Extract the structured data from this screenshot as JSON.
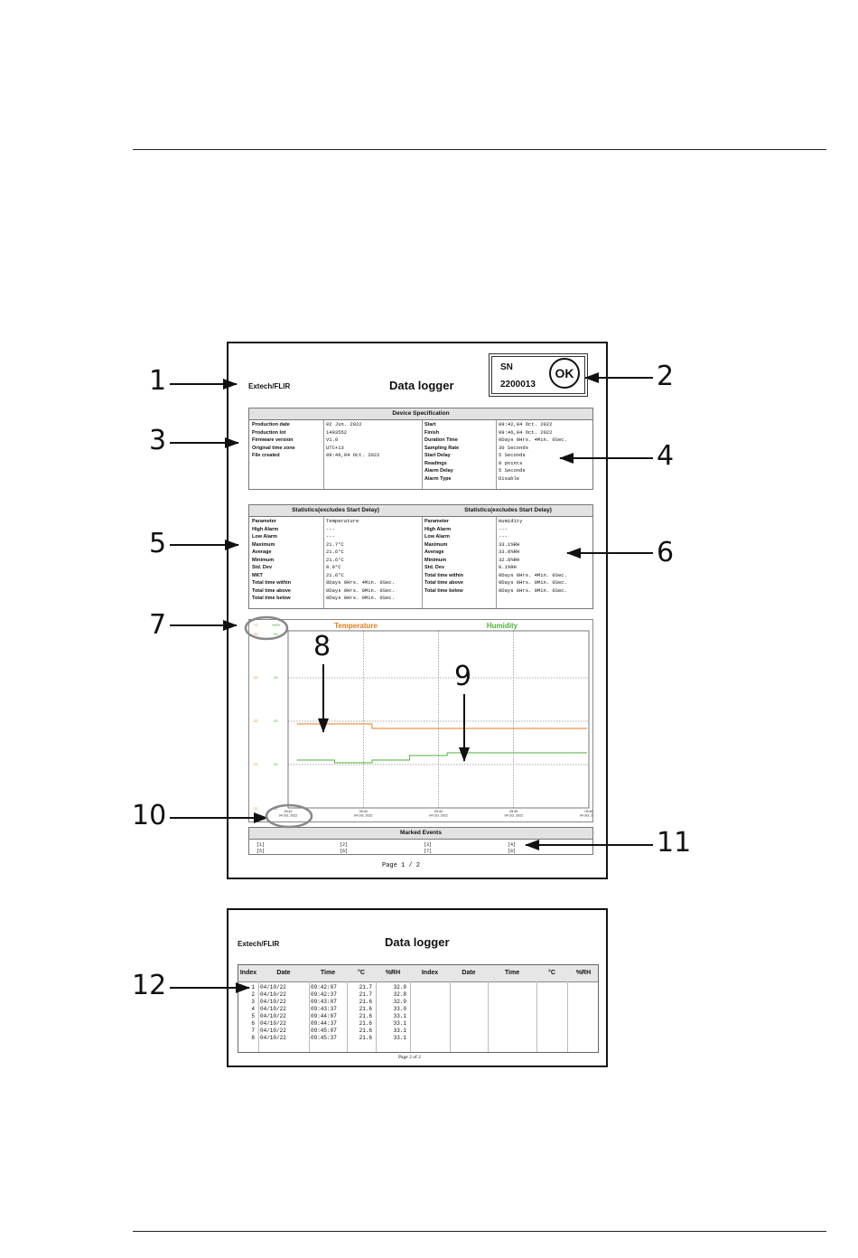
{
  "report": {
    "brand": "Extech/FLIR",
    "title": "Data logger",
    "sn_label": "SN",
    "sn_value": "2200013",
    "status": "OK",
    "page_label": "Page  1 / 2"
  },
  "device_spec": {
    "header": "Device Specification",
    "left_keys": [
      "Production date",
      "Production lot",
      "Firmware version",
      "Original time zone",
      "File created"
    ],
    "left_values": [
      "02 Jun. 2022",
      "1403552",
      "V1.0",
      "UTC+13",
      "09:46,04 Oct. 2022"
    ],
    "right_keys": [
      "Start",
      "Finish",
      "Duration Time",
      "Sampling Rate",
      "Start Delay",
      "Readings",
      "Alarm Delay",
      "Alarm Type"
    ],
    "right_values": [
      "09:42,04 Oct. 2022",
      "09:46,04 Oct. 2022",
      "0Days 0Hrs. 4Min. 0Sec.",
      "30 Seconds",
      "5 Seconds",
      "8 points",
      "5 Seconds",
      "Disable"
    ]
  },
  "statistics": {
    "header_left": "Statistics(excludes Start Delay)",
    "header_right": "Statistics(excludes Start Delay)",
    "left_keys": [
      "Parameter",
      "High Alarm",
      "Low Alarm",
      "Maximum",
      "Average",
      "Minimum",
      "Std. Dev",
      "MKT",
      "Total time within",
      "Total time above",
      "Total time below"
    ],
    "left_values": [
      "Temperature",
      "---",
      "---",
      "21.7°C",
      "21.6°C",
      "21.6°C",
      "0.0°C",
      "21.6°C",
      "0Days 0Hrs. 4Min. 0Sec.",
      "0Days 0Hrs. 0Min. 0Sec.",
      "0Days 0Hrs. 0Min. 0Sec."
    ],
    "right_keys": [
      "Parameter",
      "High Alarm",
      "Low Alarm",
      "Maximum",
      "Average",
      "Minimum",
      "Std. Dev",
      "Total time within",
      "Total time above",
      "Total time below"
    ],
    "right_values": [
      "Humidity",
      "---",
      "---",
      "33.1%RH",
      "33.0%RH",
      "32.8%RH",
      "0.1%RH",
      "0Days 0Hrs. 4Min. 0Sec.",
      "0Days 0Hrs. 0Min. 0Sec.",
      "0Days 0Hrs. 0Min. 0Sec."
    ]
  },
  "chart_data": {
    "type": "line",
    "series": [
      {
        "name": "Temperature",
        "color": "#e87a1c",
        "x": [
          "09:42:07",
          "09:42:37",
          "09:43:07",
          "09:43:37",
          "09:44:07",
          "09:44:37",
          "09:45:07",
          "09:45:37"
        ],
        "values": [
          21.7,
          21.7,
          21.6,
          21.6,
          21.6,
          21.6,
          21.6,
          21.6
        ]
      },
      {
        "name": "Humidity",
        "color": "#4caf3a",
        "x": [
          "09:42:07",
          "09:42:37",
          "09:43:07",
          "09:43:37",
          "09:44:07",
          "09:44:37",
          "09:45:07",
          "09:45:37"
        ],
        "values": [
          32.9,
          32.8,
          32.9,
          33.0,
          33.1,
          33.1,
          33.1,
          33.1
        ]
      }
    ],
    "y_tick_labels_temp": [
      "22",
      "22",
      "22",
      "21",
      "21",
      "21"
    ],
    "y_tick_labels_hum": [
      "%RH",
      "33",
      "33",
      "33",
      "33",
      "33"
    ],
    "unit_temp": "°C",
    "x_tick_times": [
      "09:42",
      "09:43",
      "09:44",
      "09:45",
      "09:46"
    ],
    "x_tick_date": "04 Oct. 2022",
    "grid": true,
    "legend_placement": "top"
  },
  "marked_events": {
    "header": "Marked Events",
    "row1": [
      "[1]",
      "[2]",
      "[3]",
      "[4]"
    ],
    "row2": [
      "[5]",
      "[6]",
      "[7]",
      "[8]"
    ]
  },
  "page2": {
    "brand": "Extech/FLIR",
    "title": "Data logger",
    "headers": [
      "Index",
      "Date",
      "Time",
      "°C",
      "%RH",
      "Index",
      "Date",
      "Time",
      "°C",
      "%RH"
    ],
    "index": [
      "1",
      "2",
      "3",
      "4",
      "5",
      "6",
      "7",
      "8"
    ],
    "date": [
      "04/10/22",
      "04/10/22",
      "04/10/22",
      "04/10/22",
      "04/10/22",
      "04/10/22",
      "04/10/22",
      "04/10/22"
    ],
    "time": [
      "09:42:07",
      "09:42:37",
      "09:43:07",
      "09:43:37",
      "09:44:07",
      "09:44:37",
      "09:45:07",
      "09:45:37"
    ],
    "temp": [
      "21.7",
      "21.7",
      "21.6",
      "21.6",
      "21.6",
      "21.6",
      "21.6",
      "21.6"
    ],
    "rh": [
      "32.9",
      "32.8",
      "32.9",
      "33.0",
      "33.1",
      "33.1",
      "33.1",
      "33.1"
    ],
    "page_label": "Page 2 of 2"
  },
  "callouts": [
    "1",
    "2",
    "3",
    "4",
    "5",
    "6",
    "7",
    "8",
    "9",
    "10",
    "11",
    "12"
  ]
}
